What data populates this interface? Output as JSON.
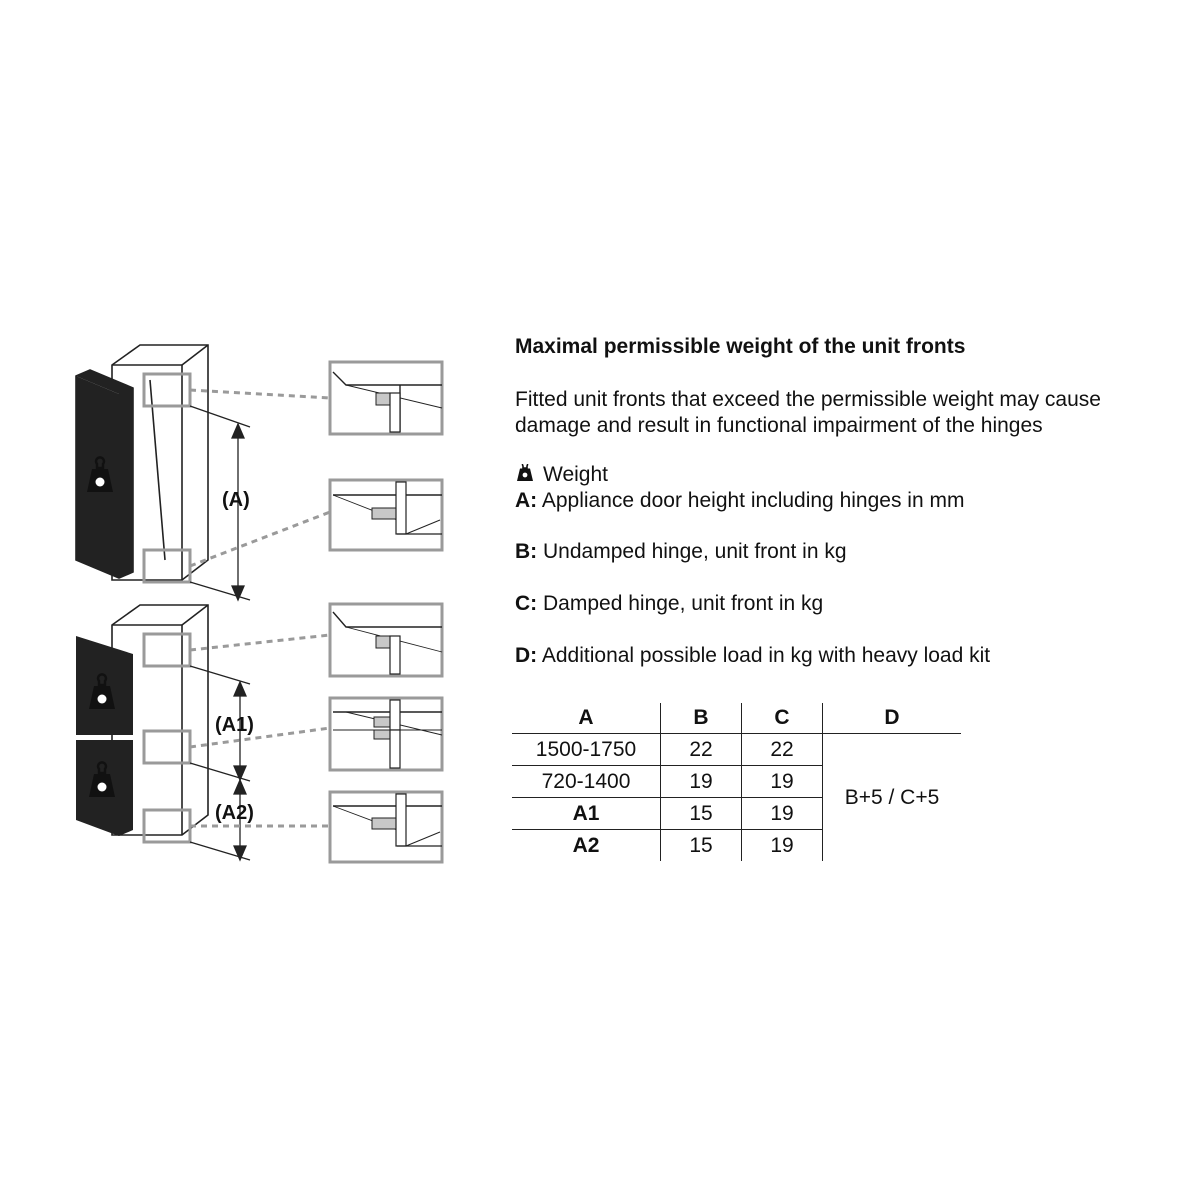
{
  "heading": "Maximal permissible weight of the unit fronts",
  "description": "Fitted unit fronts that exceed the permissible weight may cause damage and result in functional impairment of the hinges",
  "legend": {
    "weight": "Weight",
    "A_key": "A:",
    "A_text": "Appliance door height including hinges in mm",
    "B_key": "B:",
    "B_text": "Undamped hinge, unit front in kg",
    "C_key": "C:",
    "C_text": "Damped hinge, unit front in kg",
    "D_key": "D:",
    "D_text": "Additional possible load in kg with heavy load kit"
  },
  "diagram": {
    "label_A": "(A)",
    "label_A1": "(A1)",
    "label_A2": "(A2)"
  },
  "table": {
    "headers": [
      "A",
      "B",
      "C",
      "D"
    ],
    "rows": [
      {
        "a": "1500-1750",
        "b": "22",
        "c": "22",
        "bold": false
      },
      {
        "a": "720-1400",
        "b": "19",
        "c": "19",
        "bold": false
      },
      {
        "a": "A1",
        "b": "15",
        "c": "19",
        "bold": true
      },
      {
        "a": "A2",
        "b": "15",
        "c": "19",
        "bold": true
      }
    ],
    "d_value": "B+5 / C+5"
  },
  "colors": {
    "frame": "#222222",
    "callout": "#9a9a9a",
    "background": "#ffffff"
  },
  "icons": [
    "weight-icon"
  ]
}
